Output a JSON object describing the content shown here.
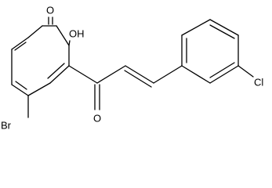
{
  "molecule": {
    "atoms": {
      "oxo": "O",
      "hydroxyl": "OH",
      "enone_oxygen": "O",
      "bromine": "Br",
      "chlorine": "Cl"
    },
    "colors": {
      "ink": "#000000",
      "background": "#ffffff"
    }
  }
}
